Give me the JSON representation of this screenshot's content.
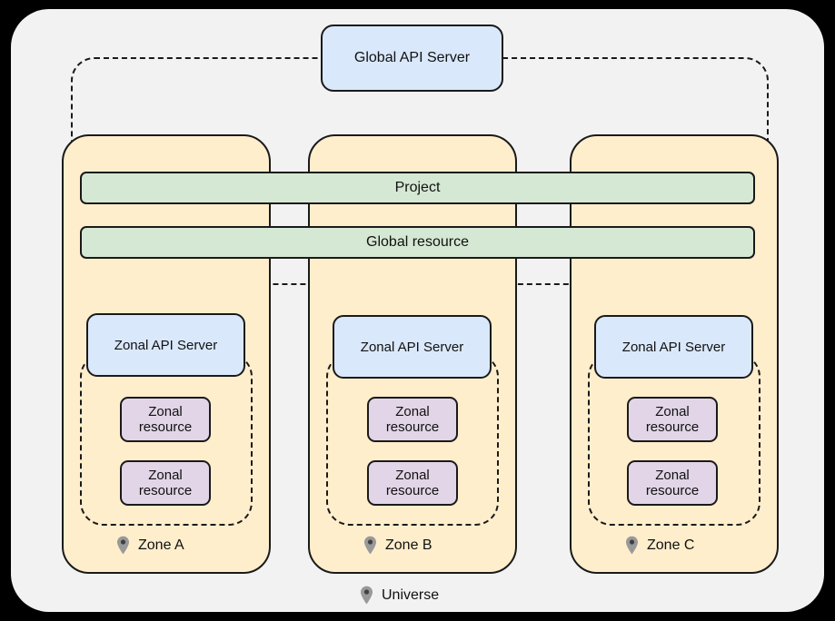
{
  "diagram": {
    "title": "Universe",
    "global_api_server": {
      "label": "Global API Server"
    },
    "global_scope": {
      "bars": [
        {
          "id": "project",
          "label": "Project"
        },
        {
          "id": "global_resource",
          "label": "Global resource"
        }
      ]
    },
    "zones": [
      {
        "id": "zone-a",
        "caption": "Zone A",
        "api_server": "Zonal API Server",
        "resources": [
          {
            "line1": "Zonal",
            "line2": "resource"
          },
          {
            "line1": "Zonal",
            "line2": "resource"
          }
        ]
      },
      {
        "id": "zone-b",
        "caption": "Zone B",
        "api_server": "Zonal API Server",
        "resources": [
          {
            "line1": "Zonal",
            "line2": "resource"
          },
          {
            "line1": "Zonal",
            "line2": "resource"
          }
        ]
      },
      {
        "id": "zone-c",
        "caption": "Zone C",
        "api_server": "Zonal API Server",
        "resources": [
          {
            "line1": "Zonal",
            "line2": "resource"
          },
          {
            "line1": "Zonal",
            "line2": "resource"
          }
        ]
      }
    ],
    "universe_caption": "Universe",
    "icons": {
      "zone_pin": "map-pin-icon",
      "universe_pin": "map-pin-icon"
    },
    "colors": {
      "page_background": "#000000",
      "canvas": "#f2f2f2",
      "zone_fill": "#ffeecc",
      "api_server_fill": "#dae8fc",
      "global_bar_fill": "#d5e8d4",
      "resource_fill": "#e1d5e7",
      "stroke": "#1a1a1a",
      "pin": "#999999",
      "pin_dot": "#404040"
    }
  }
}
